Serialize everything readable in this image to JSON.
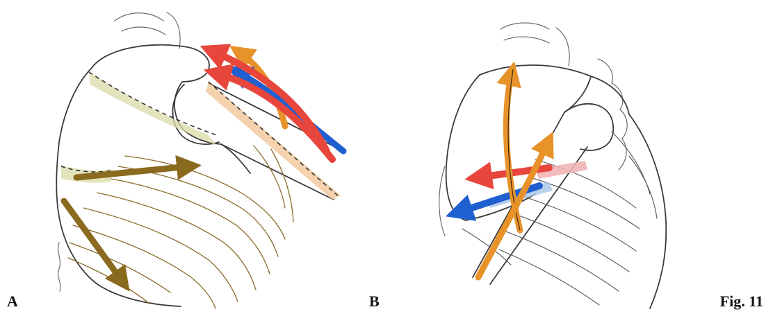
{
  "panels": {
    "a": {
      "label": "A"
    },
    "b": {
      "label": "B"
    }
  },
  "figure_label": "Fig. 11",
  "colors": {
    "red": "#e8463c",
    "blue": "#1f5fd0",
    "orange": "#e8922a",
    "peach": "#f3c79a",
    "brown": "#8a6a1e",
    "olive_band": "#d9d9a8",
    "pink": "#f2b5b5",
    "light_blue": "#a9c6ea",
    "outline": "#3a3a3a"
  }
}
